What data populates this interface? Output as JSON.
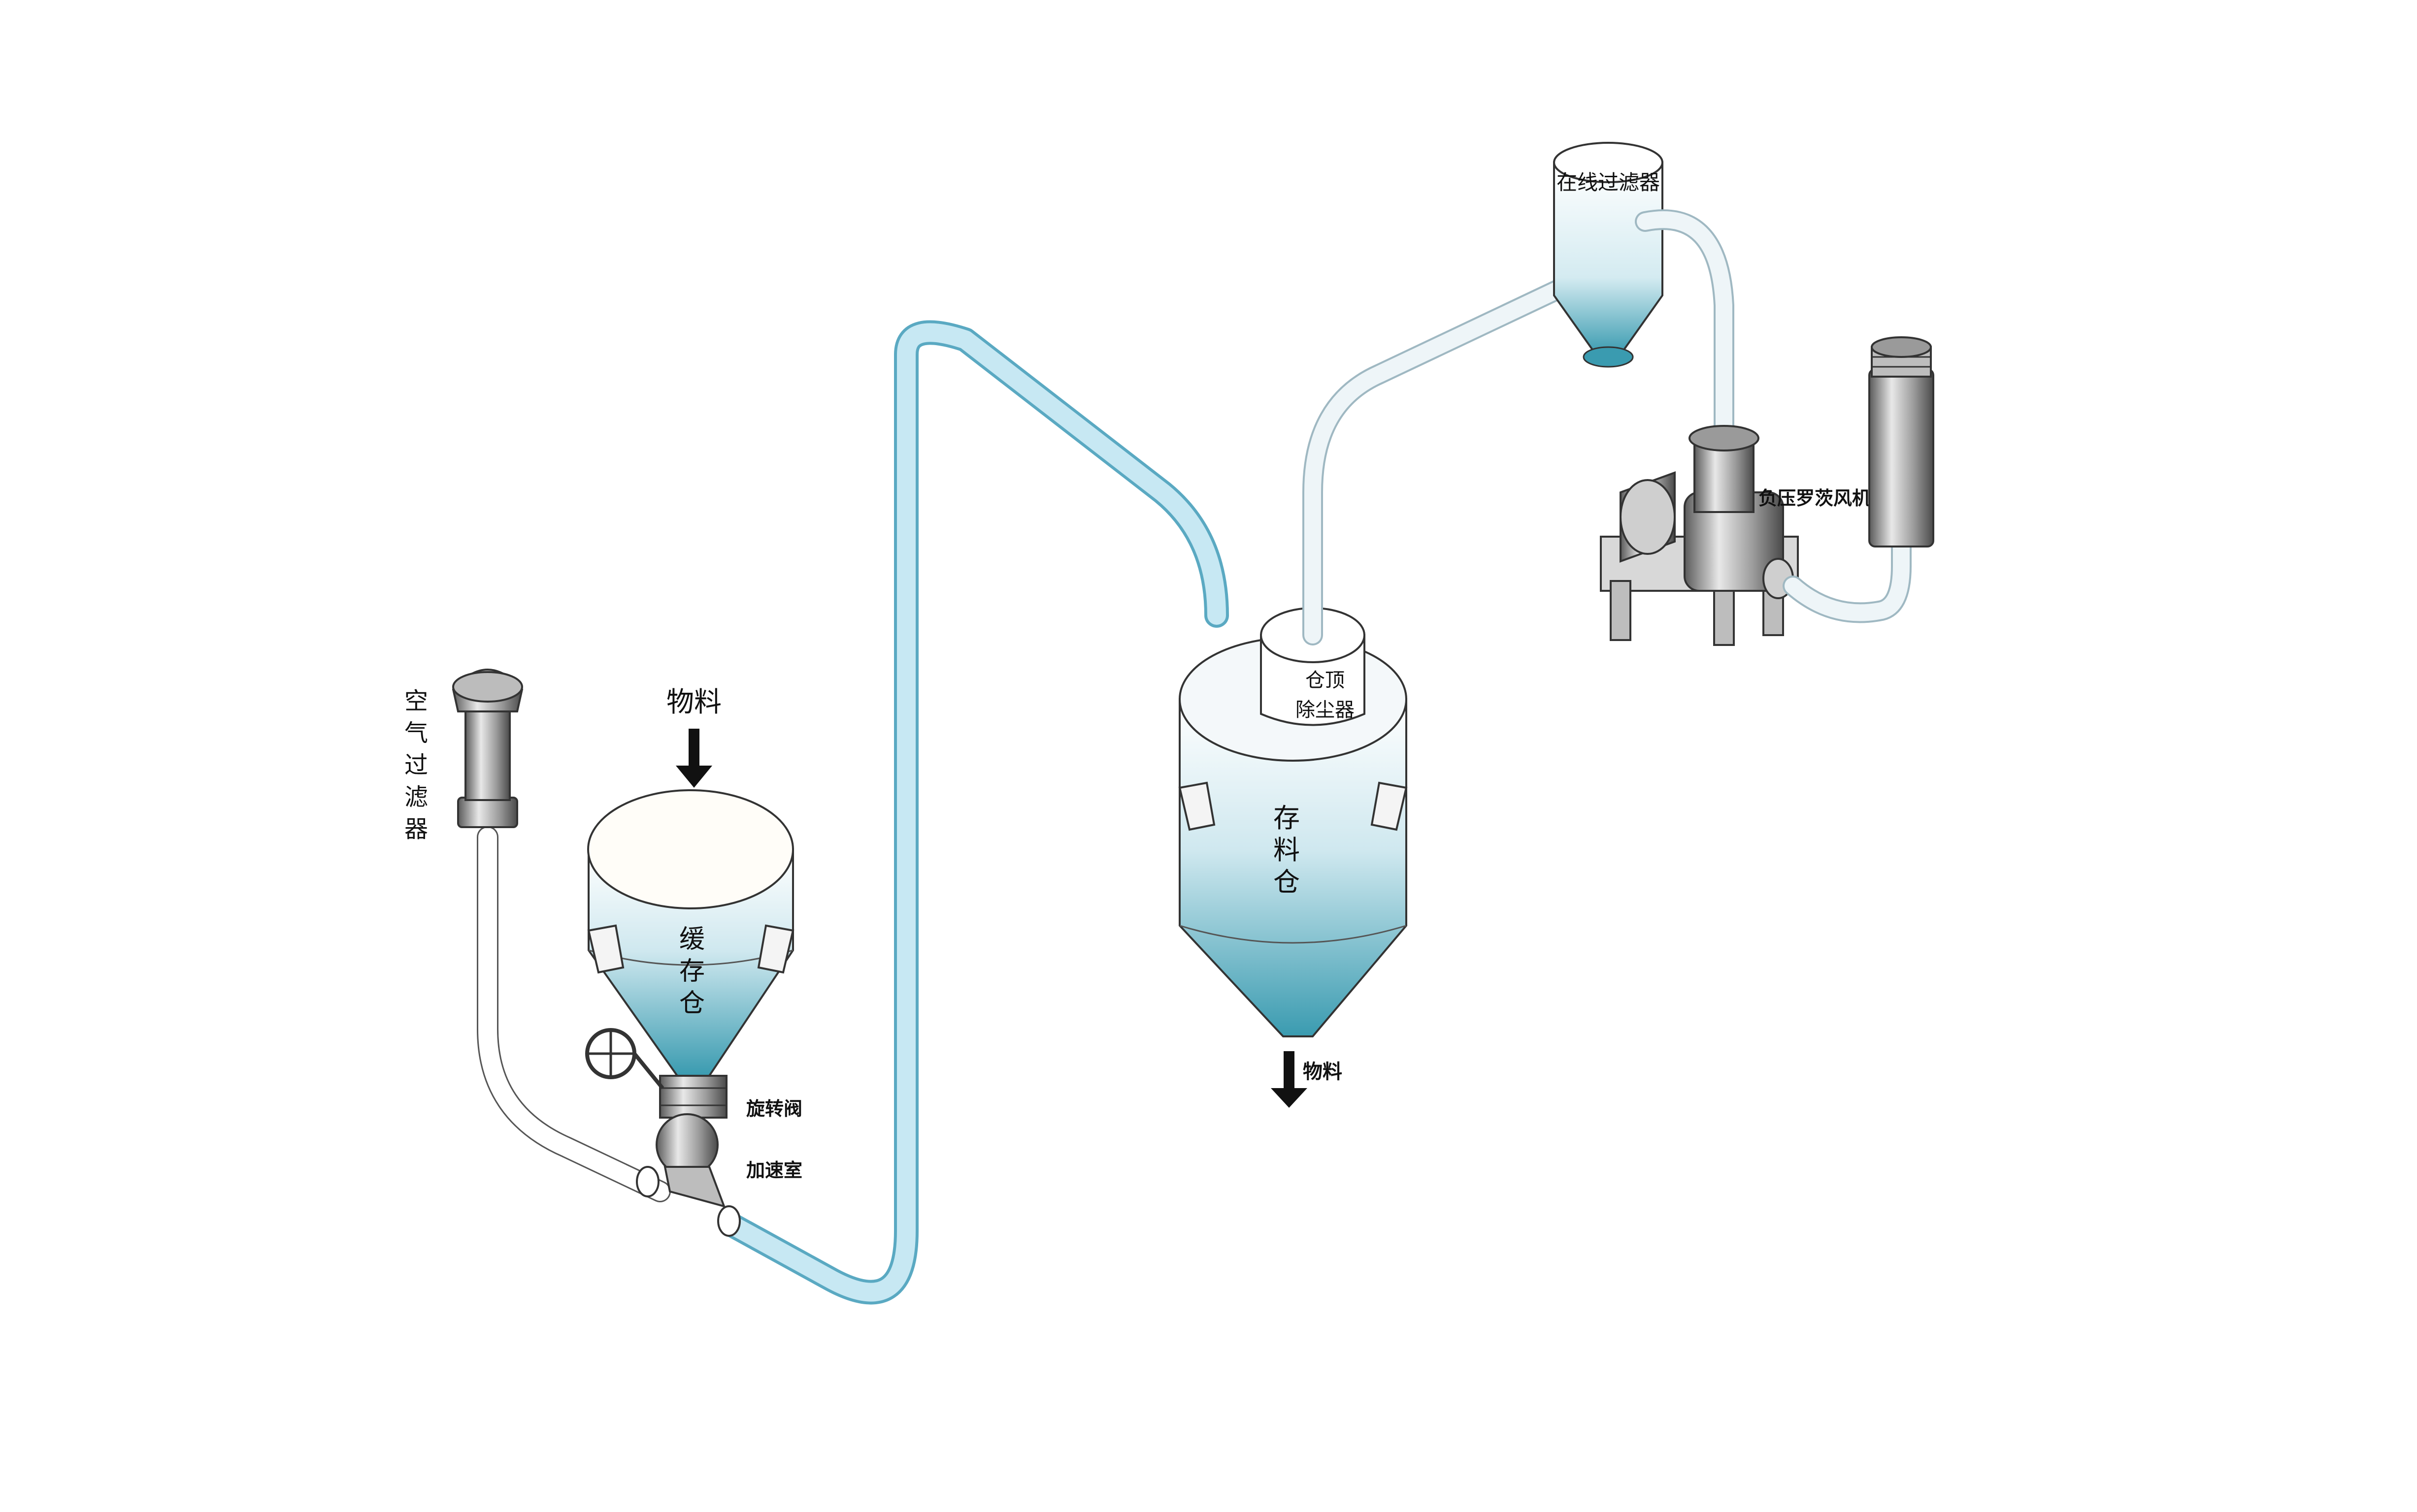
{
  "labels": {
    "air_filter": [
      "空",
      "气",
      "过",
      "滤",
      "器"
    ],
    "material_in": "物料",
    "buffer_bin": [
      "缓",
      "存",
      "仓"
    ],
    "rotary_valve": "旋转阀",
    "accel_chamber": "加速室",
    "storage_bin": [
      "存",
      "料",
      "仓"
    ],
    "dust_collector": [
      "仓顶",
      "除尘器"
    ],
    "material_out": "物料",
    "inline_filter": "在线过滤器",
    "roots_blower": "负压罗茨风机"
  },
  "colors": {
    "pipe_blue": "#a8d8ea",
    "pipe_light": "#eef5f8",
    "vessel_top": "#ffffff",
    "vessel_bottom": "#3a9bb0",
    "metal": "#8a8a8a",
    "outline": "#333333"
  }
}
